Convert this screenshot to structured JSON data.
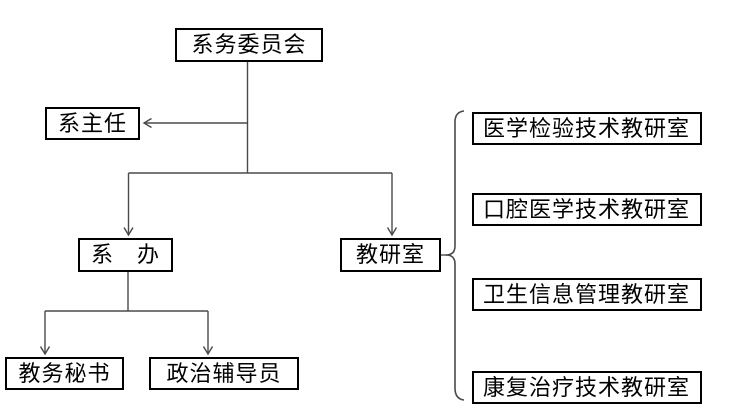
{
  "diagram": {
    "type": "org-chart",
    "nodes": {
      "committee": "系务委员会",
      "head": "系主任",
      "office": "系　办",
      "teaching_office": "教研室",
      "secretary": "教务秘书",
      "counselor": "政治辅导员"
    },
    "research_offices": [
      "医学检验技术教研室",
      "口腔医学技术教研室",
      "卫生信息管理教研室",
      "康复治疗技术教研室"
    ],
    "colors": {
      "background": "#ffffff",
      "box_border": "#000000",
      "text": "#000000",
      "connector_line": "#4a4a4a"
    }
  }
}
